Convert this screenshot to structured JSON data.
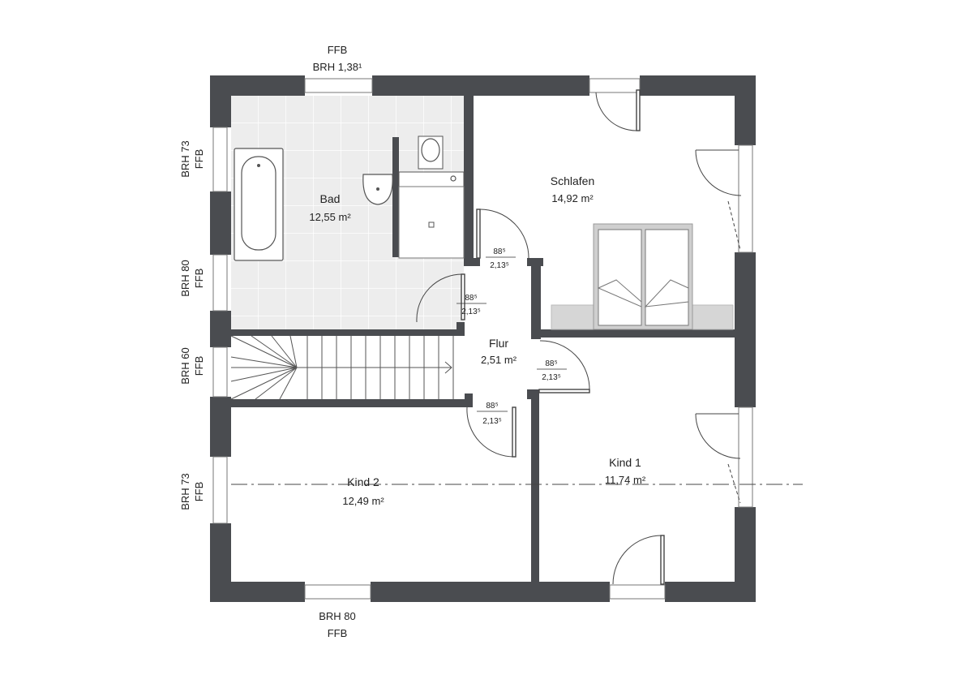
{
  "rooms": {
    "bad": {
      "name": "Bad",
      "area": "12,55 m²"
    },
    "schlafen": {
      "name": "Schlafen",
      "area": "14,92 m²"
    },
    "flur": {
      "name": "Flur",
      "area": "2,51 m²"
    },
    "kind1": {
      "name": "Kind 1",
      "area": "11,74 m²"
    },
    "kind2": {
      "name": "Kind 2",
      "area": "12,49 m²"
    }
  },
  "doors": [
    {
      "width": "88⁵",
      "height": "2,13⁵"
    },
    {
      "width": "88⁵",
      "height": "2,13⁵"
    },
    {
      "width": "88⁵",
      "height": "2,13⁵"
    },
    {
      "width": "88⁵",
      "height": "2,13⁵"
    }
  ],
  "windows": {
    "top": {
      "ffb": "FFB",
      "brh": "BRH 1,38¹"
    },
    "bottom": {
      "brh": "BRH 80",
      "ffb": "FFB"
    },
    "left1": {
      "brh": "BRH 73",
      "ffb": "FFB"
    },
    "left2": {
      "brh": "BRH 80",
      "ffb": "FFB"
    },
    "left3": {
      "brh": "BRH 60",
      "ffb": "FFB"
    },
    "left4": {
      "brh": "BRH 73",
      "ffb": "FFB"
    }
  },
  "colors": {
    "wall": "#4a4c50",
    "tile": "#e9e9e9",
    "furniture": "#d6d6d6"
  }
}
